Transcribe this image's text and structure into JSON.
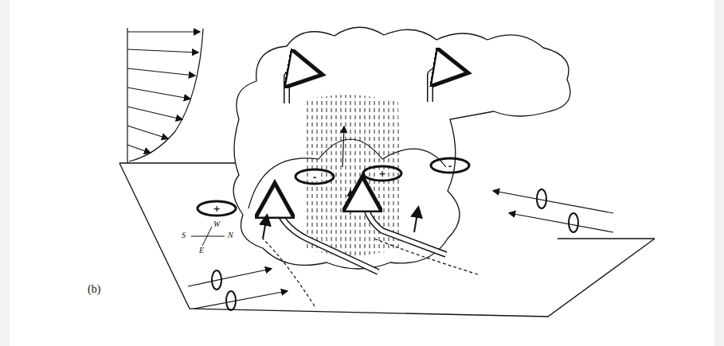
{
  "diagram": {
    "labels": [
      "(b)",
      "W",
      "S",
      "N",
      "E",
      "+",
      "-",
      "+",
      "-"
    ]
  }
}
